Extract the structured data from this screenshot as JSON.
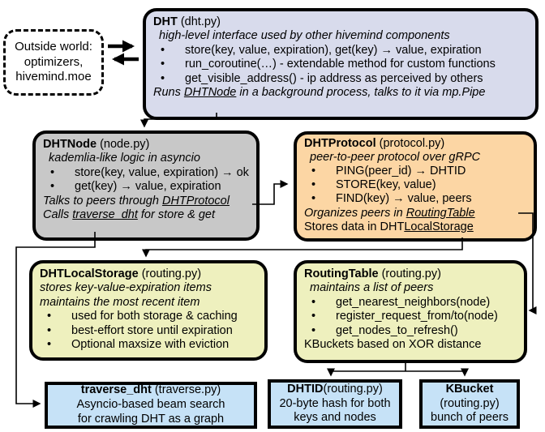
{
  "colors": {
    "dht": "#d8dbec",
    "dhtnode": "#c8c8c8",
    "dhtprotocol": "#fcd6a4",
    "dhtlocalstorage": "#eef0be",
    "routingtable": "#eef0be",
    "blue": "#c6e2f7",
    "outside": "#f2f2f2",
    "border": "#000000",
    "arrow": "#000000",
    "background": "#ffffff"
  },
  "outside_world": {
    "lines": [
      "Outside world:",
      "optimizers,",
      "hivemind.moe"
    ]
  },
  "boxes": {
    "dht": {
      "lines": [
        {
          "style": "title",
          "seg": [
            {
              "t": "DHT",
              "b": true
            },
            {
              "t": " (dht.py)"
            }
          ]
        },
        {
          "style": "italic indent",
          "seg": [
            {
              "t": "high-level interface used by other hivemind components"
            }
          ]
        },
        {
          "style": "bullet",
          "seg": [
            {
              "t": "store(key, value, expiration), get(key) → value, expiration"
            }
          ]
        },
        {
          "style": "bullet",
          "seg": [
            {
              "t": "run_coroutine(…) - extendable method for custom functions"
            }
          ]
        },
        {
          "style": "bullet",
          "seg": [
            {
              "t": "get_visible_address() - ip address as perceived by others"
            }
          ]
        },
        {
          "style": "italic",
          "seg": [
            {
              "t": "Runs "
            },
            {
              "t": "DHTNode",
              "u": true
            },
            {
              "t": " in a background process, talks to it via mp.Pipe"
            }
          ]
        }
      ]
    },
    "dhtnode": {
      "lines": [
        {
          "style": "title",
          "seg": [
            {
              "t": "DHTNode",
              "b": true
            },
            {
              "t": " (node.py)"
            }
          ]
        },
        {
          "style": "italic indent",
          "seg": [
            {
              "t": "kademlia-like logic in asyncio"
            }
          ]
        },
        {
          "style": "bullet",
          "seg": [
            {
              "t": "store(key, value, expiration) → ok"
            }
          ]
        },
        {
          "style": "bullet",
          "seg": [
            {
              "t": "get(key) → value, expiration"
            }
          ]
        },
        {
          "style": "italic",
          "seg": [
            {
              "t": "Talks to peers through "
            },
            {
              "t": "DHTProtocol",
              "u": true
            }
          ]
        },
        {
          "style": "italic",
          "seg": [
            {
              "t": "Calls "
            },
            {
              "t": "traverse_dht",
              "u": true
            },
            {
              "t": " for store & get"
            }
          ]
        }
      ]
    },
    "dhtprotocol": {
      "lines": [
        {
          "style": "title",
          "seg": [
            {
              "t": "DHTProtocol",
              "b": true
            },
            {
              "t": " (protocol.py)"
            }
          ]
        },
        {
          "style": "italic indent",
          "seg": [
            {
              "t": "peer-to-peer protocol over gRPC"
            }
          ]
        },
        {
          "style": "bullet",
          "seg": [
            {
              "t": "PING(peer_id) → DHTID"
            }
          ]
        },
        {
          "style": "bullet",
          "seg": [
            {
              "t": "STORE(key, value)"
            }
          ]
        },
        {
          "style": "bullet",
          "seg": [
            {
              "t": "FIND(key) → value, peers"
            }
          ]
        },
        {
          "style": "italic",
          "seg": [
            {
              "t": "Organizes peers in "
            },
            {
              "t": "RoutingTable",
              "u": true
            }
          ]
        },
        {
          "style": "plain",
          "seg": [
            {
              "t": "Stores data in DHT"
            },
            {
              "t": "LocalStorage",
              "u": true
            }
          ]
        }
      ]
    },
    "dhtlocalstorage": {
      "lines": [
        {
          "style": "title",
          "seg": [
            {
              "t": "DHTLocalStorage",
              "b": true
            },
            {
              "t": " (routing.py)"
            }
          ]
        },
        {
          "style": "italic",
          "seg": [
            {
              "t": "stores key-value-expiration items"
            }
          ]
        },
        {
          "style": "italic",
          "seg": [
            {
              "t": "maintains the most recent item"
            }
          ]
        },
        {
          "style": "bullet",
          "seg": [
            {
              "t": "used for both storage & caching"
            }
          ]
        },
        {
          "style": "bullet",
          "seg": [
            {
              "t": "best-effort store until expiration"
            }
          ]
        },
        {
          "style": "bullet",
          "seg": [
            {
              "t": "Optional maxsize with eviction"
            }
          ]
        }
      ]
    },
    "routingtable": {
      "lines": [
        {
          "style": "title",
          "seg": [
            {
              "t": "RoutingTable",
              "b": true
            },
            {
              "t": " (routing.py)"
            }
          ]
        },
        {
          "style": "italic indent",
          "seg": [
            {
              "t": "maintains a list of peers"
            }
          ]
        },
        {
          "style": "bullet",
          "seg": [
            {
              "t": "get_nearest_neighbors(node)"
            }
          ]
        },
        {
          "style": "bullet",
          "seg": [
            {
              "t": "register_request_from/to(node)"
            }
          ]
        },
        {
          "style": "bullet",
          "seg": [
            {
              "t": "get_nodes_to_refresh()"
            }
          ]
        },
        {
          "style": "plain",
          "seg": [
            {
              "t": "KBuckets based on XOR distance"
            }
          ]
        }
      ]
    },
    "traverse_dht": {
      "lines": [
        {
          "style": "title",
          "seg": [
            {
              "t": "traverse_dht",
              "b": true
            },
            {
              "t": " (traverse.py)"
            }
          ]
        },
        {
          "style": "plain",
          "seg": [
            {
              "t": "Asyncio-based beam search"
            }
          ]
        },
        {
          "style": "plain",
          "seg": [
            {
              "t": "for crawling DHT as a graph"
            }
          ]
        }
      ]
    },
    "dhtid": {
      "lines": [
        {
          "style": "title",
          "seg": [
            {
              "t": "DHTID",
              "b": true
            },
            {
              "t": "(routing.py)"
            }
          ]
        },
        {
          "style": "plain",
          "seg": [
            {
              "t": "20-byte hash for both"
            }
          ]
        },
        {
          "style": "plain",
          "seg": [
            {
              "t": "keys and nodes"
            }
          ]
        }
      ]
    },
    "kbucket": {
      "lines": [
        {
          "style": "title",
          "seg": [
            {
              "t": "KBucket",
              "b": true
            }
          ]
        },
        {
          "style": "plain",
          "seg": [
            {
              "t": "(routing.py)"
            }
          ]
        },
        {
          "style": "plain",
          "seg": [
            {
              "t": "bunch of peers"
            }
          ]
        }
      ]
    }
  }
}
